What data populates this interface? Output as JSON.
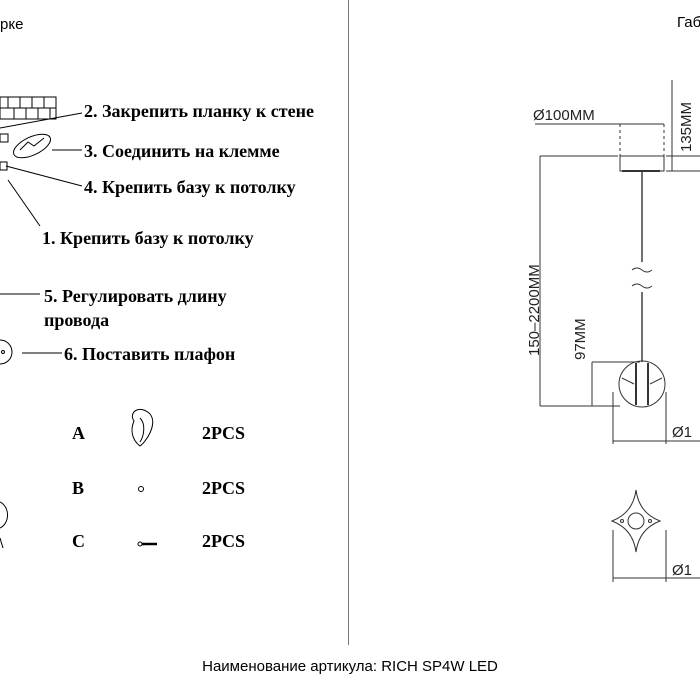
{
  "left_header": "рке",
  "right_header": "Габ",
  "steps": [
    {
      "label": "2. Закрепить планку к стене"
    },
    {
      "label": "3. Соединить на клемме"
    },
    {
      "label": "4. Крепить базу к потолку"
    },
    {
      "label": "1. Крепить базу к потолку"
    },
    {
      "label": "5. Регулировать длину"
    },
    {
      "label": "провода"
    },
    {
      "label": "6. Поставить плафон"
    }
  ],
  "parts": [
    {
      "letter": "A",
      "qty": "2PCS"
    },
    {
      "letter": "B",
      "qty": "2PCS"
    },
    {
      "letter": "C",
      "qty": "2PCS"
    }
  ],
  "dimensions": {
    "canopy_diameter": "Ø100MM",
    "canopy_height": "135MM",
    "cable_length": "150–2200MM",
    "shade_height": "97MM",
    "shade_diameter_partial": "Ø1",
    "top_view_diameter_partial": "Ø1"
  },
  "footer": "Наименование артикула: RICH SP4W LED"
}
